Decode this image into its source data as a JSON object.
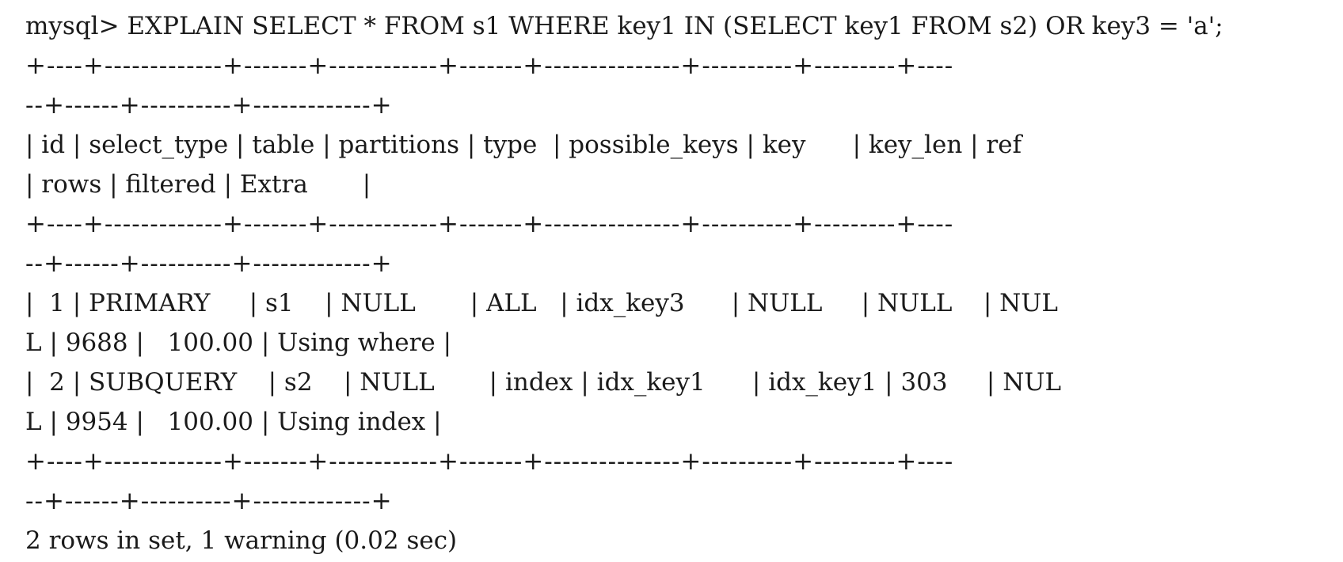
{
  "terminal": {
    "lines": [
      "mysql> EXPLAIN SELECT * FROM s1 WHERE key1 IN (SELECT key1 FROM s2) OR key3 = 'a';",
      "+----+-------------+-------+------------+-------+---------------+----------+---------+----",
      "--+------+----------+-------------+",
      "| id | select_type | table | partitions | type  | possible_keys | key      | key_len | ref",
      "| rows | filtered | Extra       |",
      "+----+-------------+-------+------------+-------+---------------+----------+---------+----",
      "--+------+----------+-------------+",
      "|  1 | PRIMARY     | s1    | NULL       | ALL   | idx_key3      | NULL     | NULL    | NUL",
      "L | 9688 |   100.00 | Using where |",
      "|  2 | SUBQUERY    | s2    | NULL       | index | idx_key1      | idx_key1 | 303     | NUL",
      "L | 9954 |   100.00 | Using index |",
      "+----+-------------+-------+------------+-------+---------------+----------+---------+----",
      "--+------+----------+-------------+",
      "2 rows in set, 1 warning (0.02 sec)"
    ]
  }
}
